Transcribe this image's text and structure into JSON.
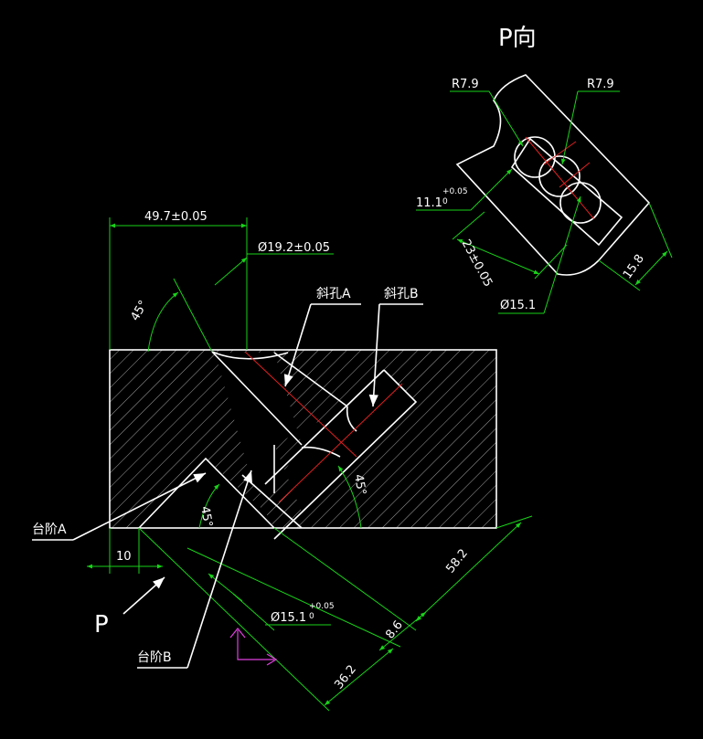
{
  "view_title": "P向",
  "view_arrow": "P",
  "labels": {
    "hole_a": "斜孔A",
    "hole_b": "斜孔B",
    "step_a": "台阶A",
    "step_b": "台阶B"
  },
  "dimensions": {
    "d_49_7": "49.7±0.05",
    "d_dia_19_2": "Ø19.2±0.05",
    "ang_45_top": "45°",
    "ang_45_left": "45°",
    "ang_45_right": "45°",
    "d_10": "10",
    "d_58_2": "58.2",
    "d_dia_15_1": "Ø15.1",
    "d_dia_15_1_tol": "+0.05",
    "d_dia_15_1_tol2": "0",
    "d_8_6": "8.6",
    "d_36_2": "36.2",
    "p_r79_left": "R7.9",
    "p_r79_right": "R7.9",
    "p_11_1": "11.1",
    "p_11_1_tol": "+0.05",
    "p_11_1_tol2": "0",
    "p_23": "23±0.05",
    "p_15_8": "15.8",
    "p_dia_15_1": "Ø15.1"
  },
  "colors": {
    "background": "#000000",
    "outline": "#ffffff",
    "dimension": "#19d219",
    "centerline": "#e02020",
    "ucs": "#e040e0"
  }
}
